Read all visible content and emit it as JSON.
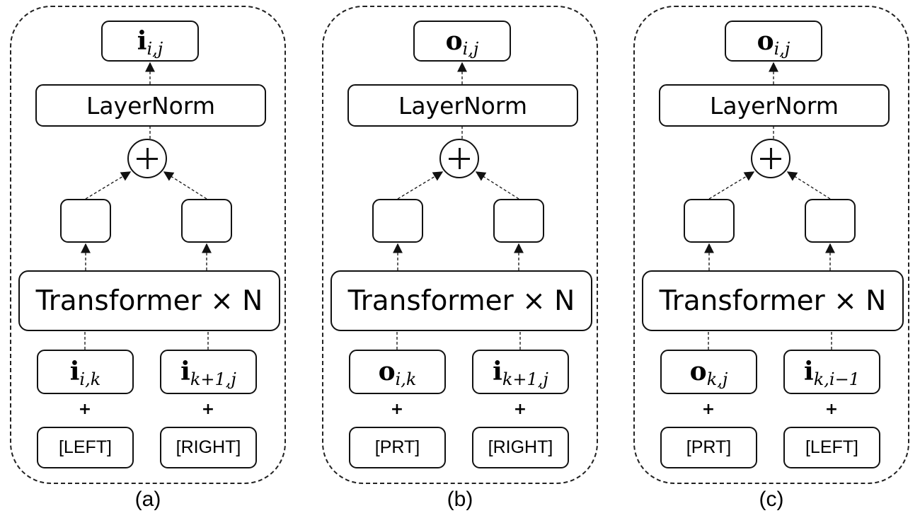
{
  "panels": [
    {
      "output": {
        "vector": "i",
        "sub": "i,j"
      },
      "norm": "LayerNorm",
      "transformer": "Transformer × N",
      "inputs": [
        {
          "vector": "i",
          "sub": "i,k"
        },
        {
          "vector": "i",
          "sub": "k+1,j"
        }
      ],
      "tokens": [
        "[LEFT]",
        "[RIGHT]"
      ],
      "plus": "+",
      "caption": "(a)"
    },
    {
      "output": {
        "vector": "o",
        "sub": "i,j"
      },
      "norm": "LayerNorm",
      "transformer": "Transformer × N",
      "inputs": [
        {
          "vector": "o",
          "sub": "i,k"
        },
        {
          "vector": "i",
          "sub": "k+1,j"
        }
      ],
      "tokens": [
        "[PRT]",
        "[RIGHT]"
      ],
      "plus": "+",
      "caption": "(b)"
    },
    {
      "output": {
        "vector": "o",
        "sub": "i,j"
      },
      "norm": "LayerNorm",
      "transformer": "Transformer × N",
      "inputs": [
        {
          "vector": "o",
          "sub": "k,j"
        },
        {
          "vector": "i",
          "sub": "k,i−1"
        }
      ],
      "tokens": [
        "[PRT]",
        "[LEFT]"
      ],
      "plus": "+",
      "caption": "(c)"
    }
  ],
  "colors": {
    "stroke": "#111111",
    "dashed_border": "#222222",
    "background": "#ffffff"
  }
}
